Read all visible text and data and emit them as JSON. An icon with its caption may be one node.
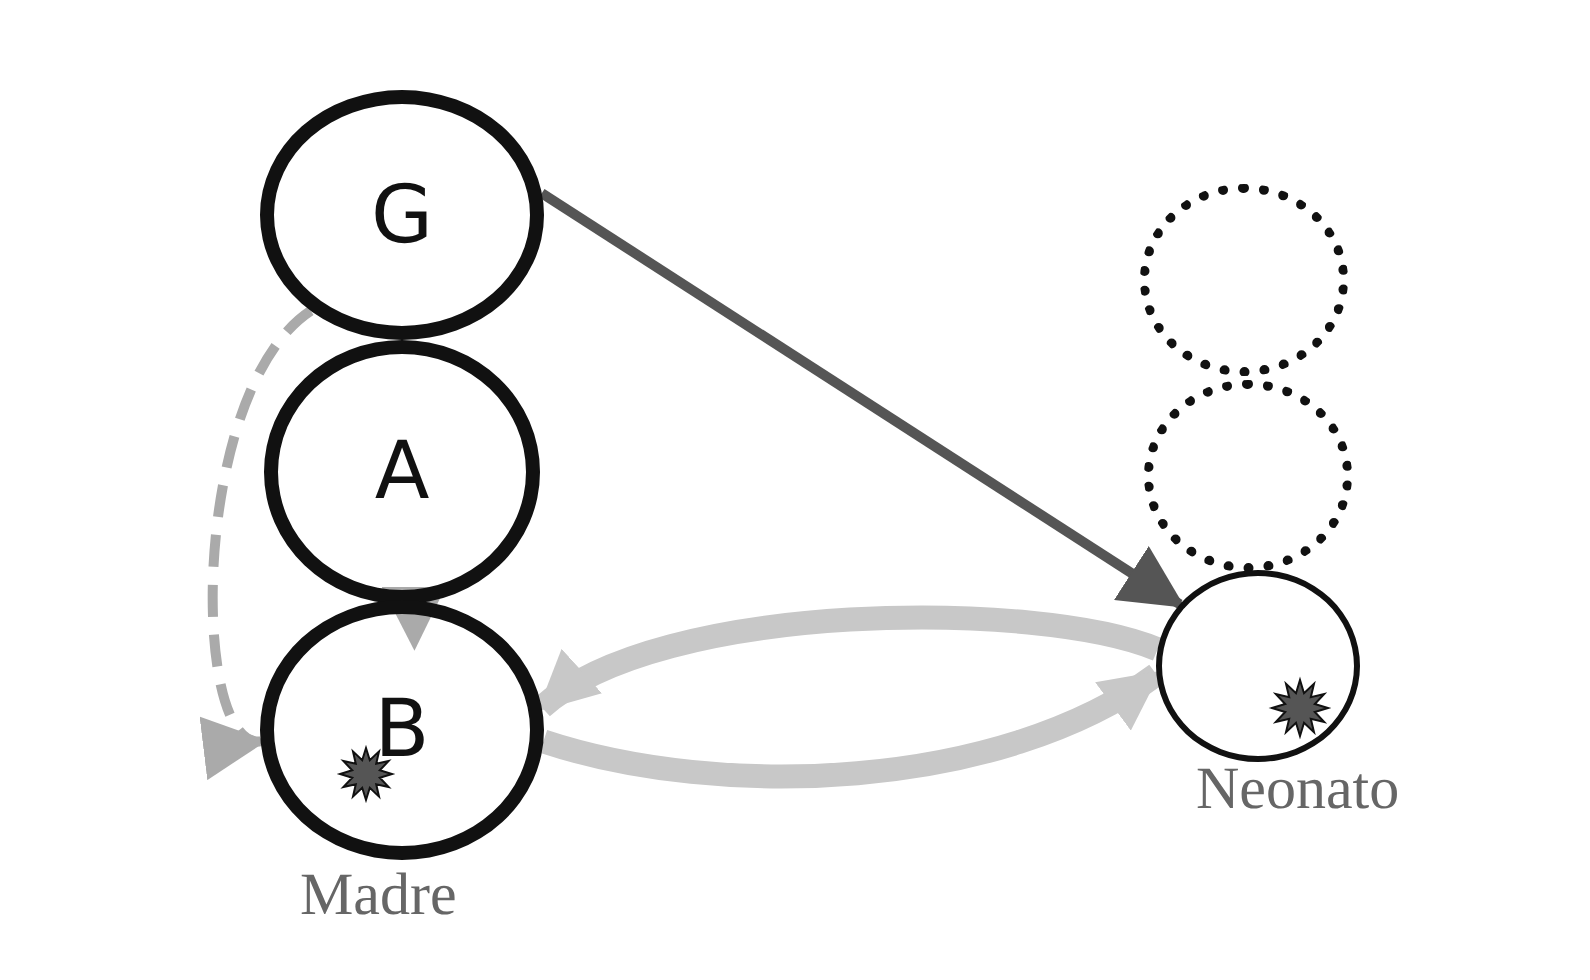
{
  "diagram": {
    "nodes": [
      {
        "text": [
          "G"
        ]
      },
      {
        "text": [
          "A"
        ]
      },
      {
        "text": [
          "B"
        ],
        "beside": [
          "Madre"
        ]
      },
      {
        "text": [],
        "shape": "circle"
      },
      {
        "text": [],
        "shape": "circle"
      },
      {
        "text": [],
        "shape": "circle",
        "beside": [
          "Neonato"
        ]
      }
    ],
    "edges": [
      {
        "from": 0,
        "to": 5,
        "arrow": "to",
        "color": "#555555"
      },
      {
        "from": 0,
        "to": 2,
        "arrow": "to",
        "style": "dashed",
        "color": "#aaaaaa"
      },
      {
        "from": 1,
        "to": 2,
        "arrow": "to",
        "style": "dashed",
        "color": "#aaaaaa"
      },
      {
        "from": 5,
        "to": 2,
        "arrow": "to",
        "style": "thick",
        "color": "#c8c8c8"
      },
      {
        "from": 2,
        "to": 5,
        "arrow": "to",
        "style": "thick",
        "color": "#c8c8c8"
      }
    ]
  }
}
